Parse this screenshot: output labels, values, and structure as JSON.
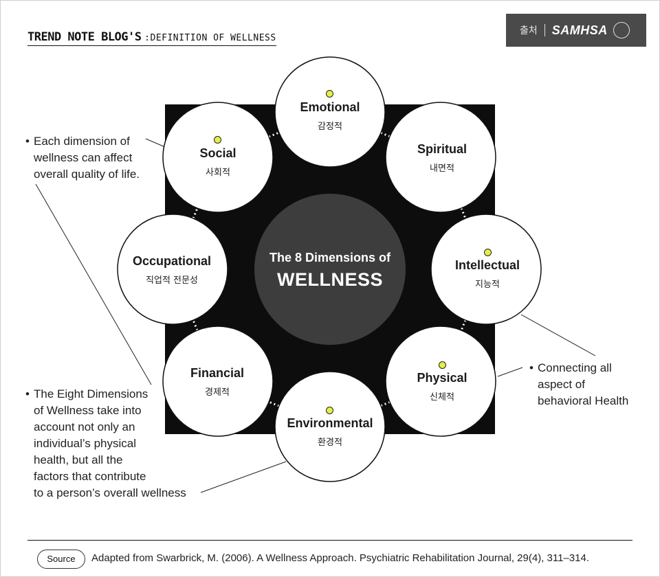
{
  "header": {
    "blog_name": "TREND NOTE BLOG'S",
    "subtitle": ":DEFINITION OF WELLNESS",
    "source_label": "출처",
    "source_org": "SAMHSA"
  },
  "center": {
    "line1": "The 8 Dimensions of",
    "line2": "WELLNESS"
  },
  "dimensions": [
    {
      "en": "Emotional",
      "ko": "감정적",
      "highlight": true
    },
    {
      "en": "Spiritual",
      "ko": "내면적",
      "highlight": false
    },
    {
      "en": "Intellectual",
      "ko": "지능적",
      "highlight": true
    },
    {
      "en": "Physical",
      "ko": "신체적",
      "highlight": true
    },
    {
      "en": "Environmental",
      "ko": "환경적",
      "highlight": true
    },
    {
      "en": "Financial",
      "ko": "경제적",
      "highlight": false
    },
    {
      "en": "Occupational",
      "ko": "직업적 전문성",
      "highlight": false
    },
    {
      "en": "Social",
      "ko": "사회적",
      "highlight": true
    }
  ],
  "notes": {
    "quality": [
      "Each dimension of",
      "wellness can affect",
      "overall quality of life."
    ],
    "connecting": [
      "Connecting all",
      "aspect of",
      "behavioral Health"
    ],
    "eight": [
      "The Eight Dimensions",
      "of Wellness take into",
      "account not only an",
      "individual’s physical",
      "health, but all the",
      "factors that contribute",
      "to a person’s overall wellness"
    ]
  },
  "footer": {
    "source_pill": "Source",
    "citation": "Adapted from Swarbrick, M. (2006). A Wellness Approach. Psychiatric Rehabilitation Journal, 29(4), 311–314."
  },
  "colors": {
    "highlight_dot": "#e4f046",
    "square": "#0d0d0d",
    "center_circle": "#3d3d3d"
  }
}
